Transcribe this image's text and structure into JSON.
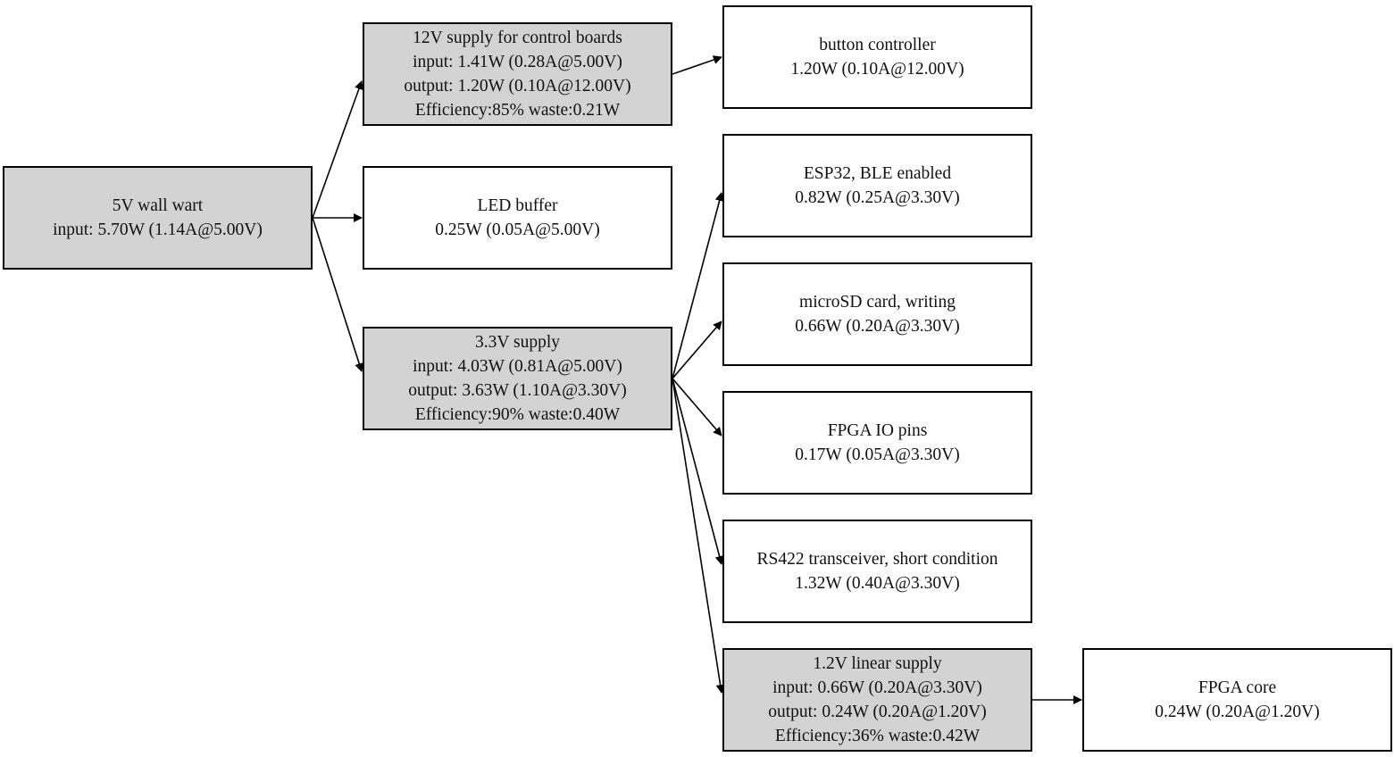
{
  "nodes": {
    "wall_wart": {
      "lines": [
        "5V wall wart",
        "input: 5.70W (1.14A@5.00V)"
      ],
      "kind": "supply"
    },
    "supply_12v": {
      "lines": [
        "12V supply for control boards",
        "input: 1.41W (0.28A@5.00V)",
        "output: 1.20W (0.10A@12.00V)",
        "Efficiency:85% waste:0.21W"
      ],
      "kind": "supply"
    },
    "led_buffer": {
      "lines": [
        "LED buffer",
        "0.25W (0.05A@5.00V)"
      ],
      "kind": "load"
    },
    "supply_3v3": {
      "lines": [
        "3.3V supply",
        "input: 4.03W (0.81A@5.00V)",
        "output: 3.63W (1.10A@3.30V)",
        "Efficiency:90% waste:0.40W"
      ],
      "kind": "supply"
    },
    "button_controller": {
      "lines": [
        "button controller",
        "1.20W (0.10A@12.00V)"
      ],
      "kind": "load"
    },
    "esp32": {
      "lines": [
        "ESP32, BLE enabled",
        "0.82W (0.25A@3.30V)"
      ],
      "kind": "load"
    },
    "microsd": {
      "lines": [
        "microSD card, writing",
        "0.66W (0.20A@3.30V)"
      ],
      "kind": "load"
    },
    "fpga_io": {
      "lines": [
        "FPGA IO pins",
        "0.17W (0.05A@3.30V)"
      ],
      "kind": "load"
    },
    "rs422": {
      "lines": [
        "RS422 transceiver, short condition",
        "1.32W (0.40A@3.30V)"
      ],
      "kind": "load"
    },
    "linear_1v2": {
      "lines": [
        "1.2V linear supply",
        "input: 0.66W (0.20A@3.30V)",
        "output: 0.24W (0.20A@1.20V)",
        "Efficiency:36% waste:0.42W"
      ],
      "kind": "supply"
    },
    "fpga_core": {
      "lines": [
        "FPGA core",
        "0.24W (0.20A@1.20V)"
      ],
      "kind": "load"
    }
  },
  "edges": [
    {
      "from": "wall_wart",
      "to": "supply_12v"
    },
    {
      "from": "wall_wart",
      "to": "led_buffer"
    },
    {
      "from": "wall_wart",
      "to": "supply_3v3"
    },
    {
      "from": "supply_12v",
      "to": "button_controller"
    },
    {
      "from": "supply_3v3",
      "to": "esp32"
    },
    {
      "from": "supply_3v3",
      "to": "microsd"
    },
    {
      "from": "supply_3v3",
      "to": "fpga_io"
    },
    {
      "from": "supply_3v3",
      "to": "rs422"
    },
    {
      "from": "supply_3v3",
      "to": "linear_1v2"
    },
    {
      "from": "linear_1v2",
      "to": "fpga_core"
    }
  ],
  "colors": {
    "supply_fill": "#d3d3d3",
    "load_fill": "#ffffff",
    "stroke": "#000000"
  }
}
